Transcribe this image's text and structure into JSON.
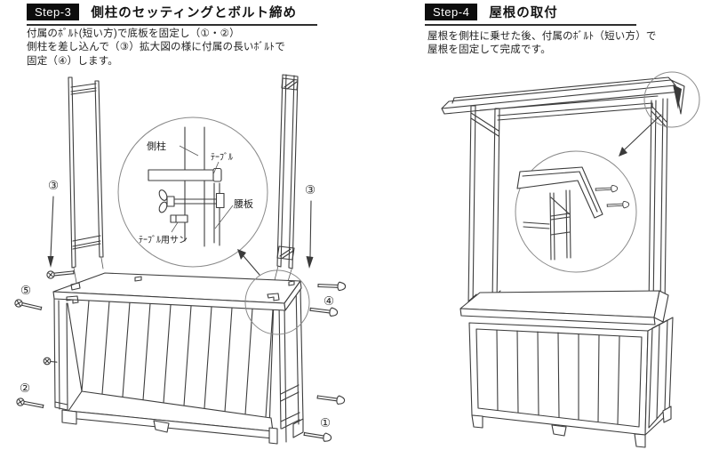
{
  "colors": {
    "ink": "#3d3d3d",
    "badge_bg": "#0d0d0d",
    "badge_fg": "#ffffff",
    "circle_line": "#8a8a8a",
    "text": "#1f1f1f"
  },
  "step3": {
    "badge": "Step-3",
    "title": "側柱のセッティングとボルト締め",
    "body_lines": [
      "付属のﾎﾞﾙﾄ(短い方)で底板を固定し（①・②）",
      "側柱を差し込んで（③）拡大図の様に付属の長いﾎﾞﾙﾄで",
      "固定（④）します。"
    ],
    "callout_labels": {
      "side_pillar": "側柱",
      "table": "ﾃｰﾌﾞﾙ",
      "waist_board": "腰板",
      "table_rail": "ﾃｰﾌﾞﾙ用サン"
    },
    "nums": {
      "n1": "①",
      "n2": "②",
      "n3": "③",
      "n4": "④",
      "n5": "⑤"
    }
  },
  "step4": {
    "badge": "Step-4",
    "title": "屋根の取付",
    "body_lines": [
      "屋根を側柱に乗せた後、付属のﾎﾞﾙﾄ（短い方）で",
      "屋根を固定して完成です。"
    ]
  }
}
